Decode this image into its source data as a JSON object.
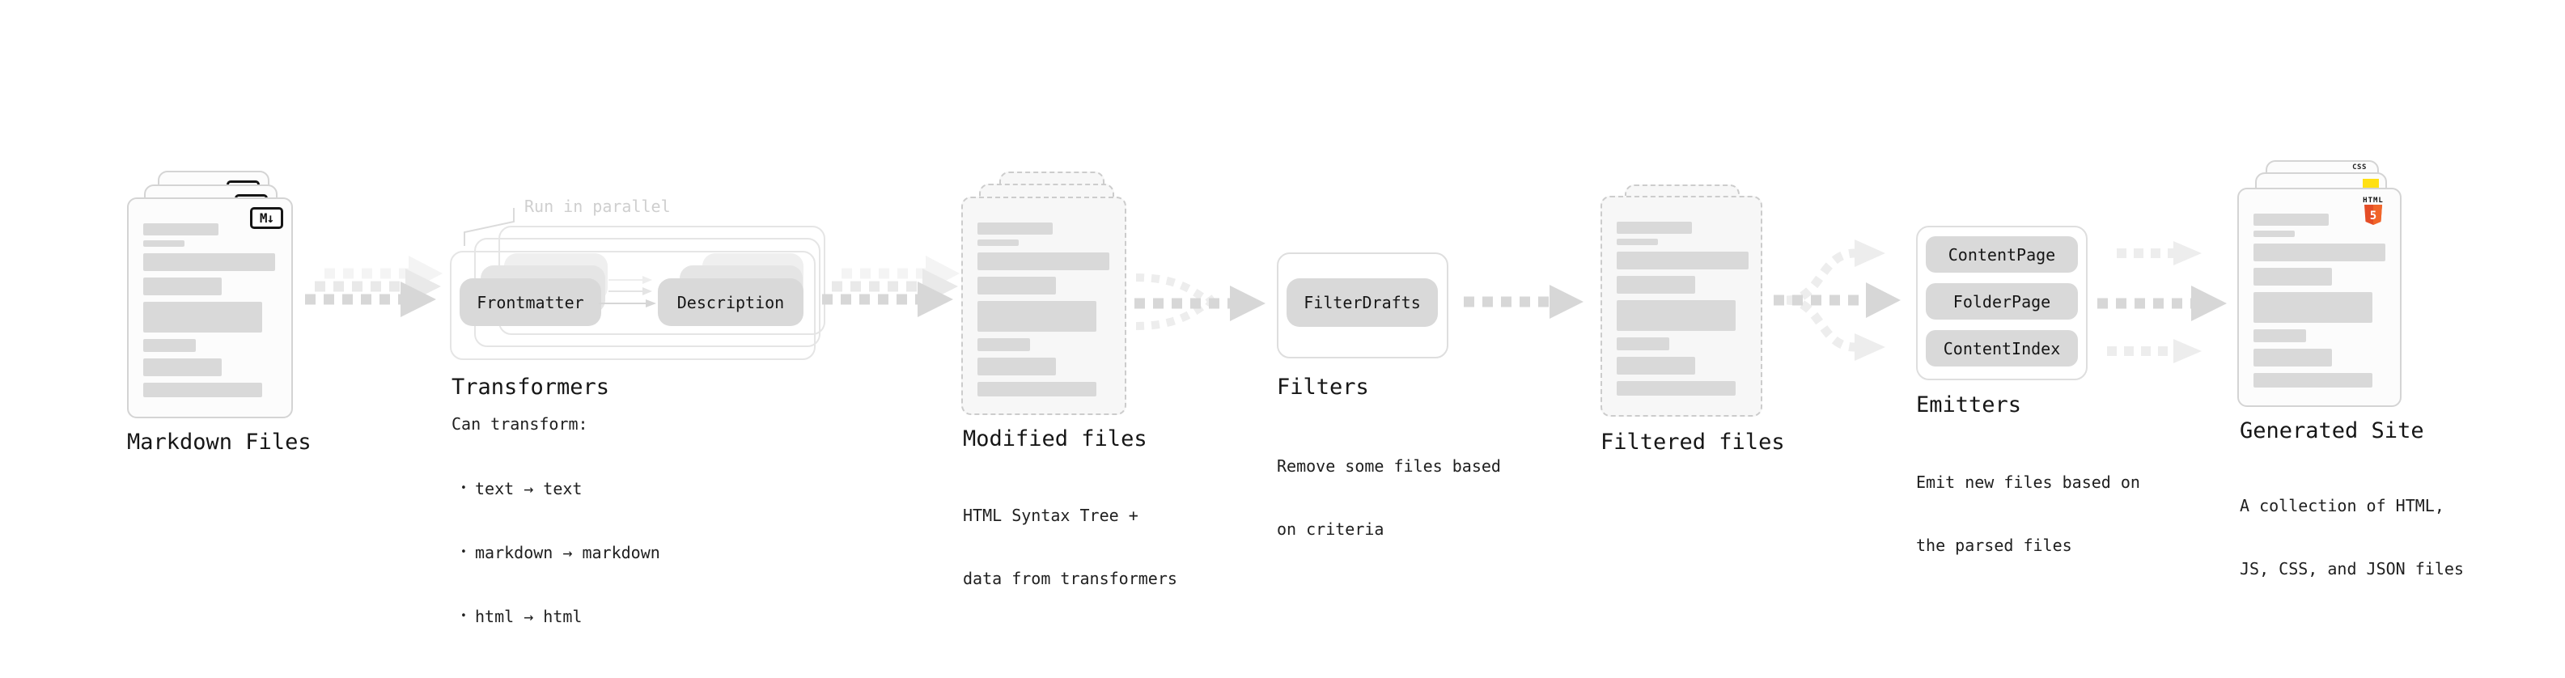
{
  "sections": {
    "markdown_files": {
      "label": "Markdown Files",
      "badge": "M↓"
    },
    "transformers": {
      "annotation": "Run in parallel",
      "pills": [
        "Frontmatter",
        "Description"
      ],
      "label": "Transformers",
      "desc_heading": "Can transform:",
      "bullet_glyph": "•",
      "bullets": [
        "text → text",
        "markdown → markdown",
        "html → html"
      ]
    },
    "modified_files": {
      "label": "Modified files",
      "desc": [
        "HTML Syntax Tree +",
        "data from transformers"
      ]
    },
    "filters": {
      "pill": "FilterDrafts",
      "label": "Filters",
      "desc": [
        "Remove some files based",
        "on criteria"
      ]
    },
    "filtered_files": {
      "label": "Filtered files"
    },
    "emitters": {
      "pills": [
        "ContentPage",
        "FolderPage",
        "ContentIndex"
      ],
      "label": "Emitters",
      "desc": [
        "Emit new files based on",
        "the parsed files"
      ]
    },
    "generated_site": {
      "label": "Generated Site",
      "desc": [
        "A collection of HTML,",
        "JS, CSS, and JSON files"
      ],
      "badge_html": "HTML",
      "badge_html_number": "5",
      "badge_css": "CSS"
    }
  },
  "colors": {
    "doc_bar": "#d9d9d9",
    "pill_bg": "#d9d9d9",
    "arrow_dark": "#d7d7d7",
    "arrow_light": "#ededed",
    "annotation_text": "#cfcfcf",
    "html5_orange": "#e44d26",
    "html5_orange_light": "#f16529",
    "js_yellow": "#ffe014",
    "css_blue": "#2962f1",
    "badge_border": "#151515"
  }
}
